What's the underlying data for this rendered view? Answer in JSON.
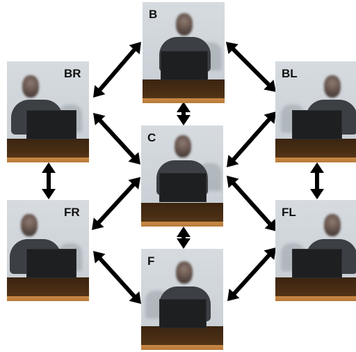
{
  "panels": [
    {
      "id": "B",
      "label": "B"
    },
    {
      "id": "BR",
      "label": "BR"
    },
    {
      "id": "BL",
      "label": "BL"
    },
    {
      "id": "C",
      "label": "C"
    },
    {
      "id": "FR",
      "label": "FR"
    },
    {
      "id": "FL",
      "label": "FL"
    },
    {
      "id": "F",
      "label": "F"
    }
  ],
  "connections": [
    [
      "B",
      "BR"
    ],
    [
      "B",
      "BL"
    ],
    [
      "B",
      "C"
    ],
    [
      "BR",
      "C"
    ],
    [
      "BL",
      "C"
    ],
    [
      "BR",
      "FR"
    ],
    [
      "BL",
      "FL"
    ],
    [
      "C",
      "FR"
    ],
    [
      "C",
      "FL"
    ],
    [
      "C",
      "F"
    ],
    [
      "FR",
      "F"
    ],
    [
      "FL",
      "F"
    ]
  ],
  "colors": {
    "arrow": "#000000",
    "desk": "#4a2e14",
    "desk_edge": "#c98a45",
    "backdrop": "#d3d8dd"
  }
}
